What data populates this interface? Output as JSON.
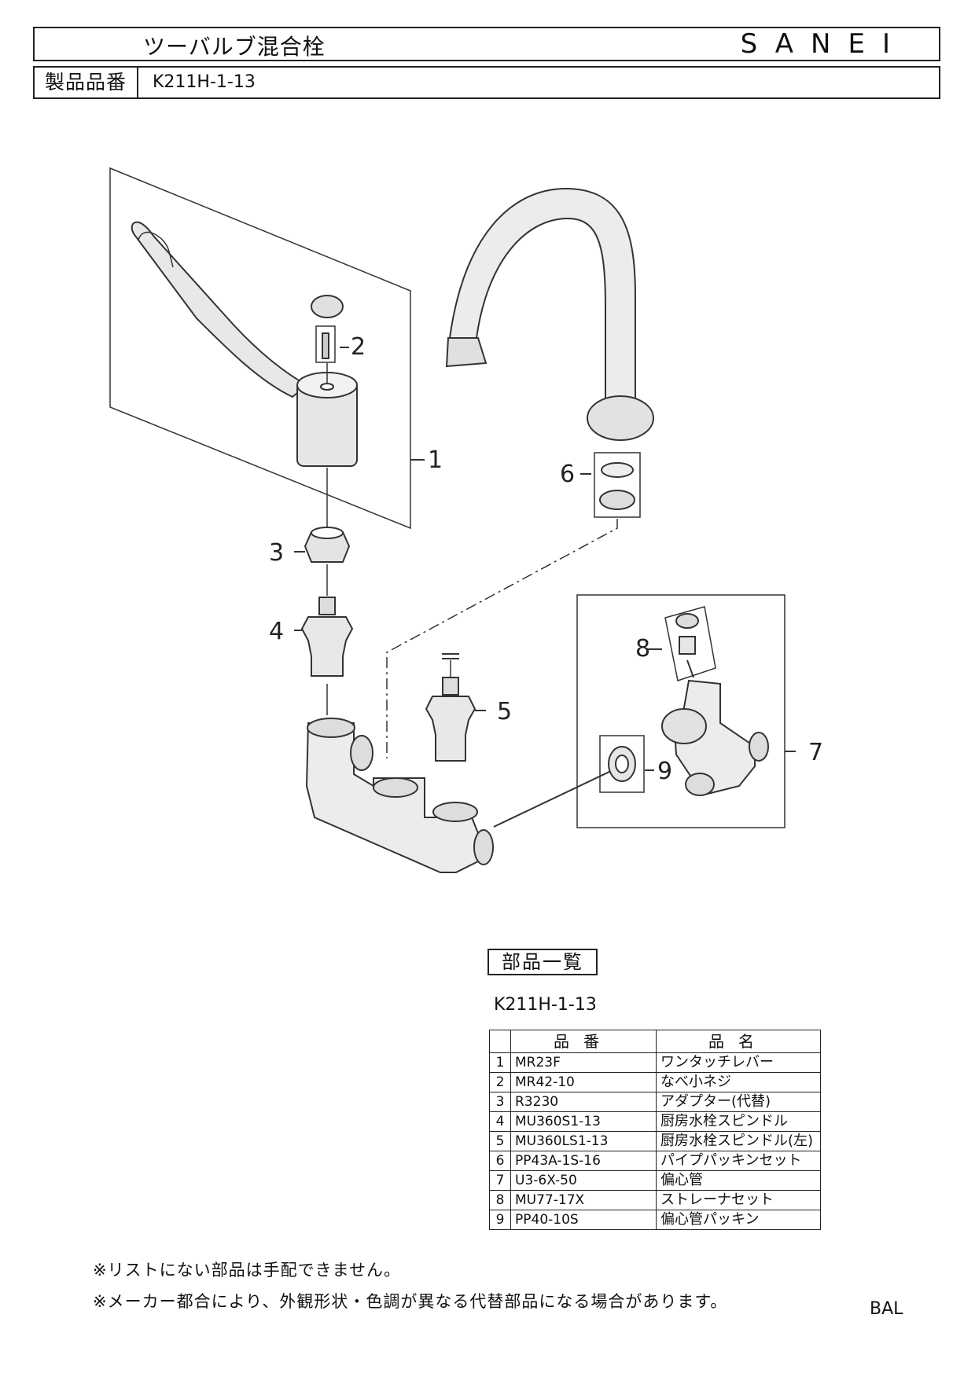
{
  "header": {
    "title": "ツーバルブ混合栓",
    "brand": "SANEI",
    "product_label": "製品品番",
    "product_code": "K211H-1-13"
  },
  "callouts": [
    "1",
    "2",
    "3",
    "4",
    "5",
    "6",
    "7",
    "8",
    "9"
  ],
  "parts_list": {
    "title": "部品一覧",
    "model": "K211H-1-13",
    "headers": {
      "no": "",
      "code": "品番",
      "name": "品名"
    },
    "rows": [
      {
        "no": "1",
        "code": "MR23F",
        "name": "ワンタッチレバー"
      },
      {
        "no": "2",
        "code": "MR42-10",
        "name": "なべ小ネジ"
      },
      {
        "no": "3",
        "code": "R3230",
        "name": "アダプター(代替)"
      },
      {
        "no": "4",
        "code": "MU360S1-13",
        "name": "厨房水栓スピンドル"
      },
      {
        "no": "5",
        "code": "MU360LS1-13",
        "name": "厨房水栓スピンドル(左)"
      },
      {
        "no": "6",
        "code": "PP43A-1S-16",
        "name": "パイプパッキンセット"
      },
      {
        "no": "7",
        "code": "U3-6X-50",
        "name": "偏心管"
      },
      {
        "no": "8",
        "code": "MU77-17X",
        "name": "ストレーナセット"
      },
      {
        "no": "9",
        "code": "PP40-10S",
        "name": "偏心管パッキン"
      }
    ]
  },
  "notes": [
    "※リストにない部品は手配できません。",
    "※メーカー都合により、外観形状・色調が異なる代替部品になる場合があります。"
  ],
  "footer_code": "BAL"
}
